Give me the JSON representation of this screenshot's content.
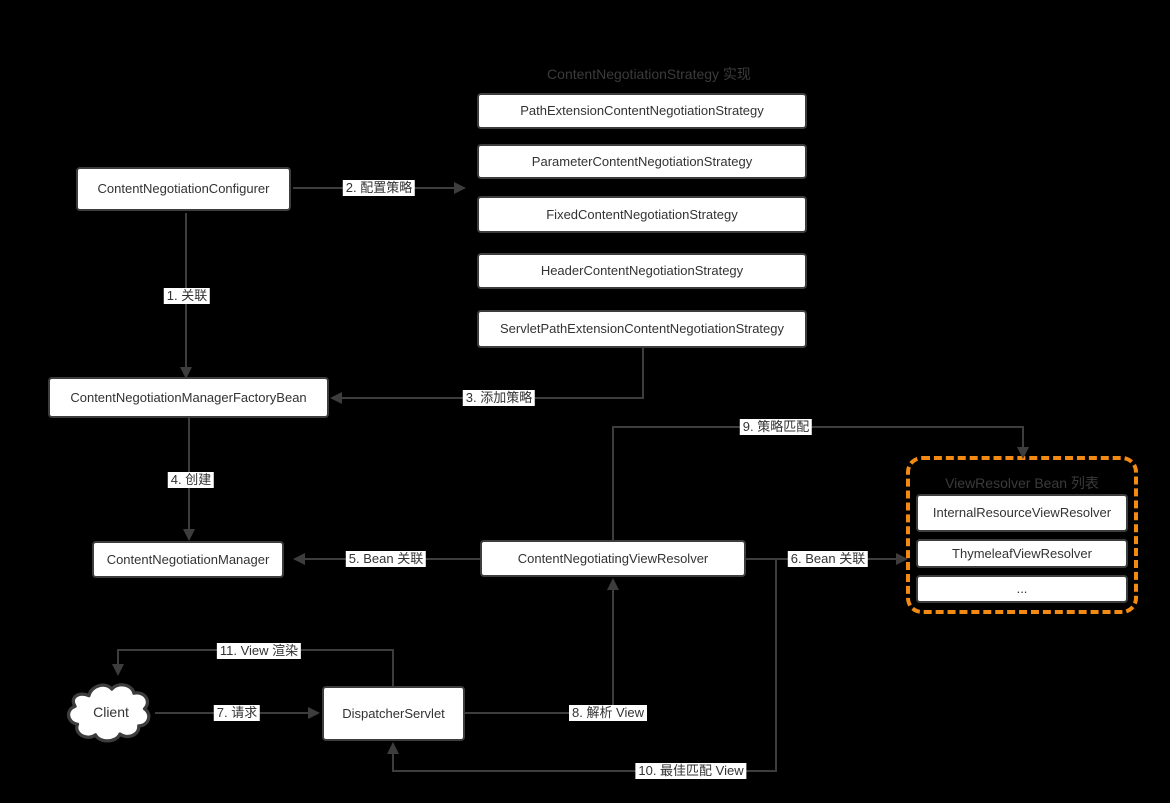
{
  "diagram_title": "ContentNegotiationStrategy 实现",
  "strategies": [
    "PathExtensionContentNegotiationStrategy",
    "ParameterContentNegotiationStrategy",
    "FixedContentNegotiationStrategy",
    "HeaderContentNegotiationStrategy",
    "ServletPathExtensionContentNegotiationStrategy"
  ],
  "nodes": {
    "configurer": "ContentNegotiationConfigurer",
    "factory_bean": "ContentNegotiationManagerFactoryBean",
    "manager": "ContentNegotiationManager",
    "negotiating_view_resolver": "ContentNegotiatingViewResolver",
    "dispatcher_servlet": "DispatcherServlet",
    "client": "Client"
  },
  "view_resolver_list": {
    "title": "ViewResolver Bean 列表",
    "items": [
      "InternalResourceViewResolver",
      "ThymeleafViewResolver",
      "..."
    ]
  },
  "edges": {
    "e1": "1. 关联",
    "e2": "2. 配置策略",
    "e3": "3. 添加策略",
    "e4": "4. 创建",
    "e5": "5. Bean 关联",
    "e6": "6. Bean 关联",
    "e7": "7. 请求",
    "e8": "8. 解析 View",
    "e9": "9. 策略匹配",
    "e10": "10. 最佳匹配 View",
    "e11": "11. View 渲染"
  },
  "colors": {
    "background": "#000000",
    "line": "#3d3d3d",
    "node_fill": "#ffffff",
    "node_text": "#333333",
    "accent_orange": "#f28a14"
  }
}
